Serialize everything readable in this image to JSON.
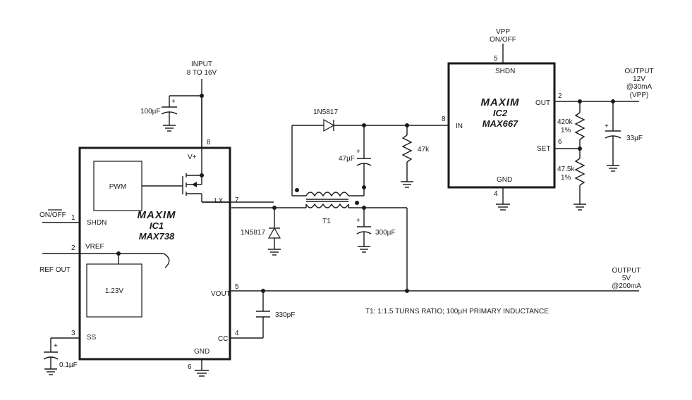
{
  "ic1": {
    "logo": "MAXIM",
    "designator": "IC1",
    "part": "MAX738",
    "pin_labels": {
      "shdn": "SHDN",
      "vref": "VREF",
      "ss": "SS",
      "vplus": "V+",
      "lx": "LX",
      "vout": "VOUT",
      "cc": "CC",
      "gnd": "GND"
    },
    "pin_numbers": {
      "shdn": "1",
      "vref": "2",
      "ss": "3",
      "cc": "4",
      "vout": "5",
      "gnd": "6",
      "lx": "7",
      "vplus": "8"
    },
    "blocks": {
      "pwm": "PWM",
      "ref": "1.23V"
    }
  },
  "ic2": {
    "logo": "MAXIM",
    "designator": "IC2",
    "part": "MAX667",
    "pin_labels": {
      "shdn": "SHDN",
      "in": "IN",
      "out": "OUT",
      "set": "SET",
      "gnd": "GND"
    },
    "pin_numbers": {
      "out": "2",
      "gnd": "4",
      "shdn": "5",
      "set": "6",
      "in": "8"
    }
  },
  "labels": {
    "input": "INPUT",
    "input_range": "8 TO 16V",
    "on_off": "ON/OFF",
    "ref_out": "REF OUT",
    "vpp_top": "VPP",
    "vpp_onoff": "ON/OFF",
    "output_vpp_title": "OUTPUT",
    "output_vpp_voltage": "12V",
    "output_vpp_current": "@30mA",
    "output_vpp_name": "(VPP)",
    "output_5v_title": "OUTPUT",
    "output_5v_voltage": "5V",
    "output_5v_current": "@200mA",
    "transformer": "T1",
    "note": "T1:  1:1.5 TURNS RATIO; 100µH PRIMARY INDUCTANCE"
  },
  "components": {
    "c_in": "100µF",
    "c_ss": "0.1µF",
    "d1": "1N5817",
    "d2": "1N5817",
    "c_47": "47µF",
    "r_47k": "47k",
    "c_300": "300µF",
    "c_330p": "330pF",
    "r_420k": "420k",
    "r_420k_tol": "1%",
    "r_47_5k": "47.5k",
    "r_47_5k_tol": "1%",
    "c_33": "33µF"
  }
}
